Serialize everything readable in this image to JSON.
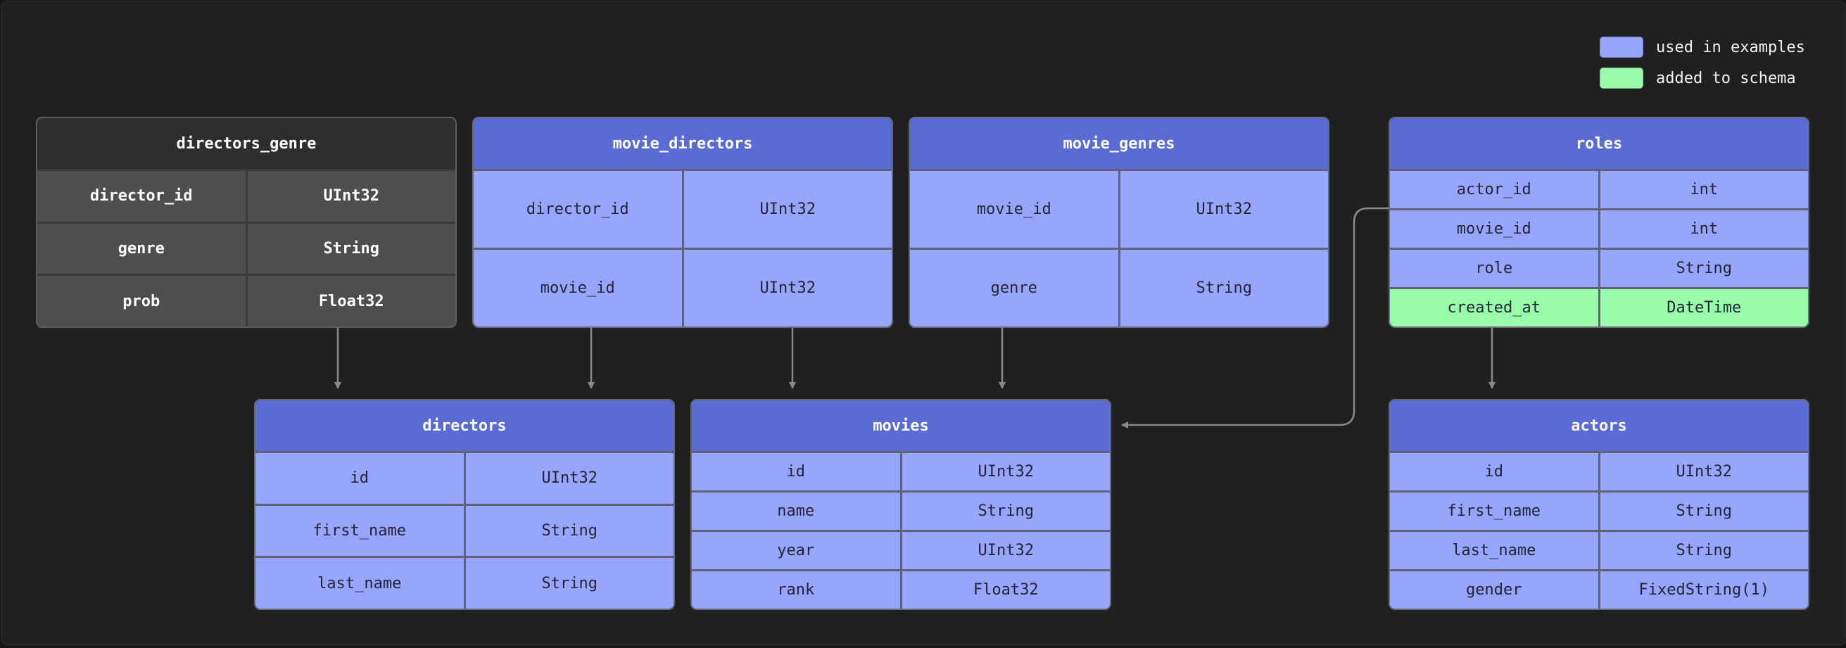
{
  "legend": [
    {
      "label": "used in examples",
      "color": "#98a5fc"
    },
    {
      "label": "added to schema",
      "color": "#98fcaa"
    }
  ],
  "tables": {
    "directors_genre": {
      "name": "directors_genre",
      "rows": [
        [
          "director_id",
          "UInt32"
        ],
        [
          "genre",
          "String"
        ],
        [
          "prob",
          "Float32"
        ]
      ]
    },
    "movie_directors": {
      "name": "movie_directors",
      "rows": [
        [
          "director_id",
          "UInt32"
        ],
        [
          "movie_id",
          "UInt32"
        ]
      ]
    },
    "movie_genres": {
      "name": "movie_genres",
      "rows": [
        [
          "movie_id",
          "UInt32"
        ],
        [
          "genre",
          "String"
        ]
      ]
    },
    "roles": {
      "name": "roles",
      "rows": [
        [
          "actor_id",
          "int"
        ],
        [
          "movie_id",
          "int"
        ],
        [
          "role",
          "String"
        ],
        [
          "created_at",
          "DateTime"
        ]
      ]
    },
    "directors": {
      "name": "directors",
      "rows": [
        [
          "id",
          "UInt32"
        ],
        [
          "first_name",
          "String"
        ],
        [
          "last_name",
          "String"
        ]
      ]
    },
    "movies": {
      "name": "movies",
      "rows": [
        [
          "id",
          "UInt32"
        ],
        [
          "name",
          "String"
        ],
        [
          "year",
          "UInt32"
        ],
        [
          "rank",
          "Float32"
        ]
      ]
    },
    "actors": {
      "name": "actors",
      "rows": [
        [
          "id",
          "UInt32"
        ],
        [
          "first_name",
          "String"
        ],
        [
          "last_name",
          "String"
        ],
        [
          "gender",
          "FixedString(1)"
        ]
      ]
    }
  }
}
